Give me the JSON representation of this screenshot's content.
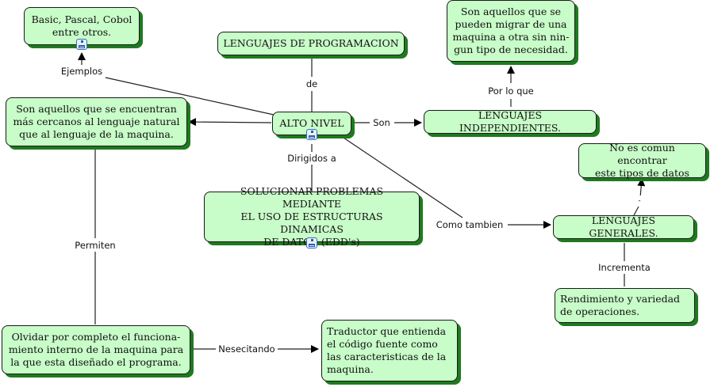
{
  "title": "LENGUAJES DE PROGRAMACION - ALTO NIVEL",
  "colors": {
    "node_fill": "#c8fcc8",
    "node_shadow": "#1f7a1f",
    "node_border": "#1a1a1a",
    "link": "#222222"
  },
  "nodes": {
    "ejemplos_lista": "Basic, Pascal, Cobol\nentre otros.",
    "lenguajes_programacion": "LENGUAJES DE PROGRAMACION",
    "independientes_desc": "Son aquellos que se\npueden migrar de una\nmaquina a otra sin nin-\ngun tipo de necesidad.",
    "alto_nivel_desc": "Son aquellos que se encuentran\nmás cercanos al lenguaje natural\nque al lenguaje de la maquina.",
    "alto_nivel": "ALTO NIVEL",
    "independientes": "LENGUAJES INDEPENDIENTES.",
    "no_comun": "No es comun encontrar\neste tipos de datos",
    "solucionar": "SOLUCIONAR PROBLEMAS MEDIANTE\nEL USO DE ESTRUCTURAS DINAMICAS\nDE DATOS (EDD's)",
    "generales": "LENGUAJES GENERALES.",
    "rendimiento": "Rendimiento y variedad\nde operaciones.",
    "olvidar": "Olvidar por completo el funciona-\nmiento interno de la maquina para\nla que esta diseñado el programa.",
    "traductor": "Traductor que entienda\nel código fuente como\nlas caracteristicas de la\nmaquina."
  },
  "links": {
    "ejemplos": "Ejemplos",
    "de": "de",
    "son": "Son",
    "por_lo_que": "Por lo que",
    "dirigidos_a": "Dirigidos a",
    "como_tambien": "Como tambien",
    "dash": "-",
    "incrementa": "Incrementa",
    "permiten": "Permiten",
    "nesecitando": "Nesecitando"
  },
  "icons": {
    "submap": "submap-icon"
  }
}
